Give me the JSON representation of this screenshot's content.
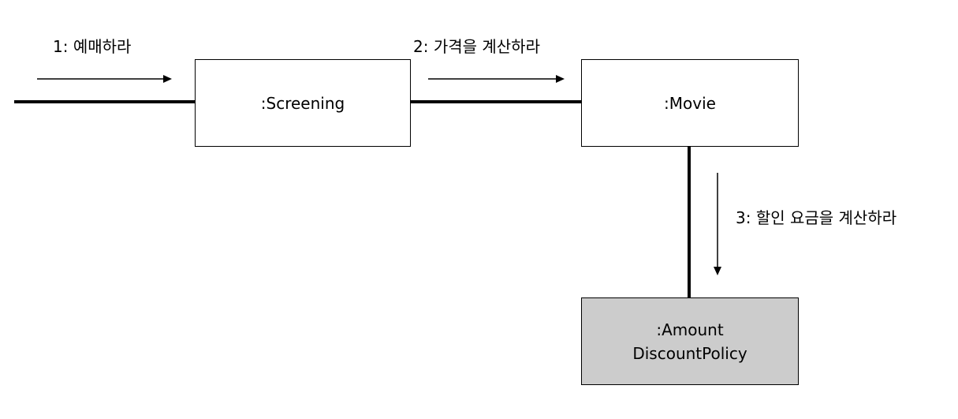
{
  "diagram": {
    "objects": [
      {
        "id": "screening",
        "label": ":Screening",
        "fill": "#ffffff"
      },
      {
        "id": "movie",
        "label": ":Movie",
        "fill": "#ffffff"
      },
      {
        "id": "amount-discount-policy",
        "label": ":Amount\nDiscountPolicy",
        "fill": "#cccccc"
      }
    ],
    "links": [
      {
        "from": "",
        "to": "screening"
      },
      {
        "from": "screening",
        "to": "movie"
      },
      {
        "from": "movie",
        "to": "amount-discount-policy"
      }
    ],
    "messages": [
      {
        "label": "1: 예매하라",
        "target": "screening",
        "direction": "right"
      },
      {
        "label": "2: 가격을 계산하라",
        "target": "movie",
        "direction": "right"
      },
      {
        "label": "3: 할인 요금을 계산하라",
        "target": "amount-discount-policy",
        "direction": "down"
      }
    ],
    "colors": {
      "line": "#000000",
      "box_border": "#000000",
      "highlight_fill": "#cccccc"
    }
  }
}
